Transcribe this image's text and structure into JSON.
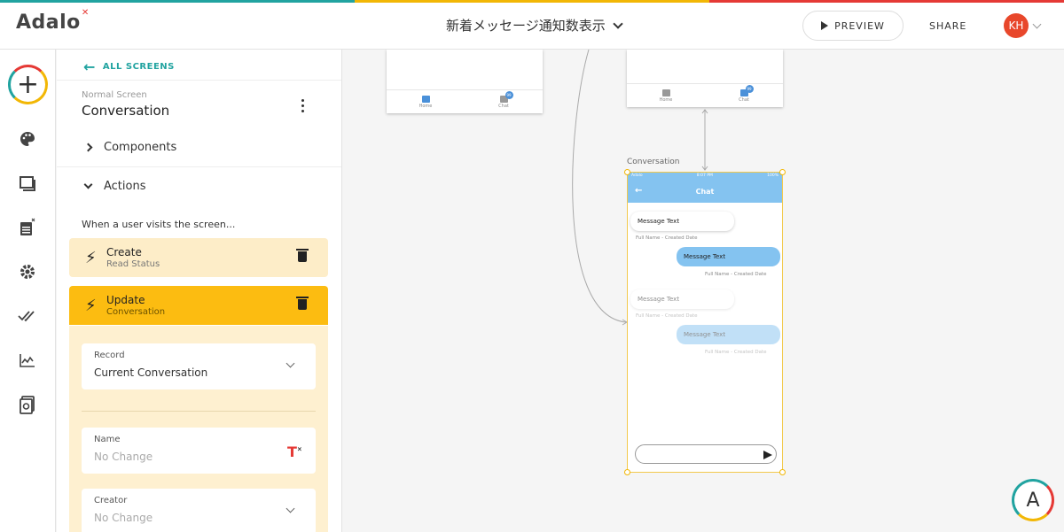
{
  "colors": {
    "teal": "#21a3a0",
    "yellow": "#f2b705",
    "red": "#e53935",
    "action_active": "#fcbc11",
    "action_inactive": "#fdedc8",
    "chat_blue": "#84c3f0"
  },
  "header": {
    "logo": "Adalo",
    "title": "新着メッセージ通知数表示",
    "preview_label": "PREVIEW",
    "share_label": "SHARE",
    "avatar_initials": "KH"
  },
  "rail": {
    "icons": [
      "plus-icon",
      "palette-icon",
      "screens-icon",
      "database-icon",
      "gear-icon",
      "checkmarks-icon",
      "analytics-icon",
      "publish-icon"
    ]
  },
  "panel": {
    "back_label": "ALL SCREENS",
    "screen_type": "Normal Screen",
    "screen_name": "Conversation",
    "components_label": "Components",
    "actions_label": "Actions",
    "when_visit": "When a user visits the screen...",
    "actions": [
      {
        "title": "Create",
        "subtitle": "Read Status"
      },
      {
        "title": "Update",
        "subtitle": "Conversation"
      }
    ],
    "fields": [
      {
        "label": "Record",
        "value": "Current Conversation"
      },
      {
        "label": "Name",
        "value": "No Change"
      },
      {
        "label": "Creator",
        "value": "No Change"
      }
    ]
  },
  "canvas": {
    "phone_tabs": [
      {
        "label": "Home"
      },
      {
        "label": "Chat",
        "badge": "99"
      }
    ],
    "conv_label": "Conversation",
    "conv": {
      "status_left": "Adalo",
      "status_center": "8:07 PM",
      "status_right": "100%",
      "nav_title": "Chat",
      "messages": [
        {
          "text": "Message Text",
          "meta": "Full Name - Created Date"
        },
        {
          "text": "Message Text",
          "meta": "Full Name - Created Date"
        },
        {
          "text": "Message Text",
          "meta": "Full Name - Created Date"
        },
        {
          "text": "Message Text",
          "meta": "Full Name - Created Date"
        }
      ]
    }
  }
}
